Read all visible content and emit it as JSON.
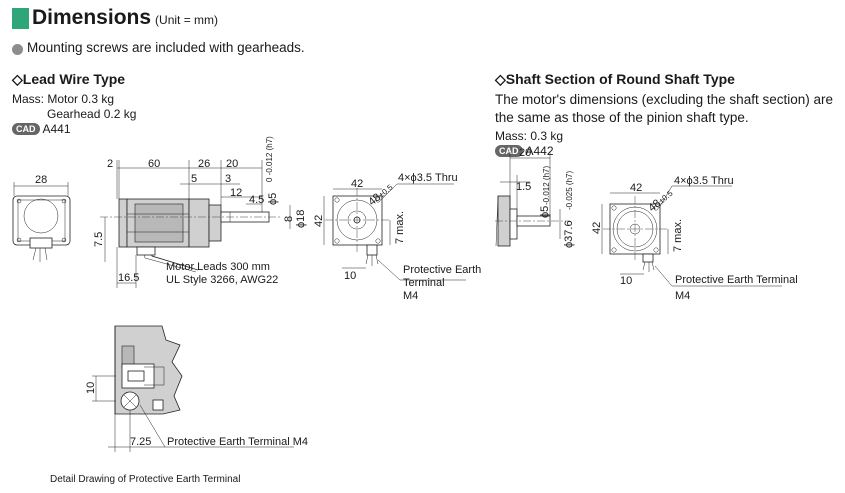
{
  "header": {
    "title": "Dimensions",
    "unit": "(Unit = mm)"
  },
  "note": "Mounting screws are included with gearheads.",
  "lead_wire": {
    "heading": "◇Lead Wire Type",
    "mass_motor": "Mass: Motor  0.3 kg",
    "mass_gearhead": "Gearhead  0.2 kg",
    "cad_badge": "CAD",
    "cad_code": "A441",
    "dims": {
      "d2": "2",
      "d60": "60",
      "d26": "26",
      "d20": "20",
      "d5": "5",
      "d3": "3",
      "d12": "12",
      "d4_5": "4.5",
      "shaft": "ϕ5",
      "shaft_tol": "0\n-0.012 (h7)",
      "d18": "ϕ18",
      "d8": "8",
      "d7_5": "7.5",
      "d16_5": "16.5",
      "d28": "28",
      "d42a": "42",
      "d42b": "42",
      "holes": "4×ϕ3.5 Thru",
      "pcd": "48",
      "pcd_tol": "±0.5",
      "d7max": "7 max.",
      "d10": "10",
      "leads1": "Motor Leads 300 mm",
      "leads2": "UL Style 3266, AWG22",
      "pe1": "Protective Earth",
      "pe2": "Terminal",
      "m4": "M4"
    }
  },
  "round_shaft": {
    "heading": "◇Shaft Section of Round Shaft Type",
    "desc1": "The motor's dimensions (excluding the shaft section) are",
    "desc2": "the same as those of the pinion shaft type.",
    "mass": "Mass: 0.3 kg",
    "cad_badge": "CAD",
    "cad_code": "A442",
    "dims": {
      "d20": "20",
      "d1_5": "1.5",
      "shaft": "ϕ5",
      "shaft_tol": "-0.012 (h7)",
      "boss": "ϕ37.6",
      "boss_tol": "-0.025 (h7)",
      "d42a": "42",
      "d42b": "42",
      "holes": "4×ϕ3.5 Thru",
      "pcd": "48",
      "pcd_tol": "±0.5",
      "d7max": "7 max.",
      "d10": "10",
      "pe": "Protective Earth Terminal",
      "m4": "M4"
    }
  },
  "detail": {
    "d10": "10",
    "d7_25": "7.25",
    "pe": "Protective Earth Terminal M4",
    "caption": "Detail Drawing of Protective Earth Terminal"
  }
}
